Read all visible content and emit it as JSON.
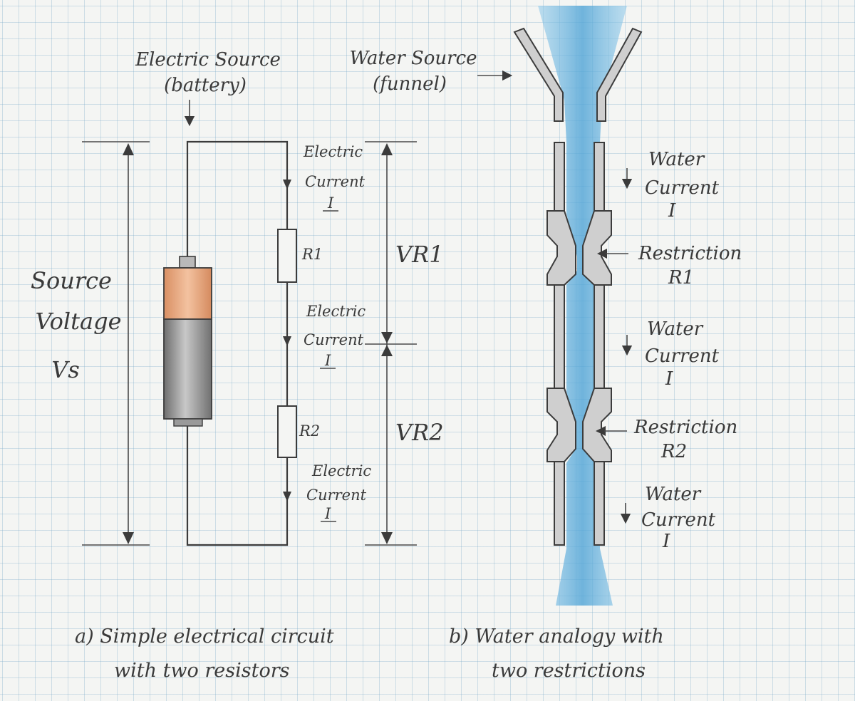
{
  "circuit": {
    "source_label_line1": "Electric Source",
    "source_label_line2": "(battery)",
    "source_voltage_line1": "Source",
    "source_voltage_line2": "Voltage",
    "source_voltage_symbol": "Vs",
    "current_label_line1": "Electric",
    "current_label_line2": "Current",
    "current_symbol": "I",
    "r1_label": "R1",
    "r2_label": "R2",
    "vr1_label": "VR1",
    "vr2_label": "VR2",
    "caption_line1": "a) Simple electrical circuit",
    "caption_line2": "with two resistors"
  },
  "water": {
    "source_label_line1": "Water Source",
    "source_label_line2": "(funnel)",
    "current_label_line1": "Water",
    "current_label_line2": "Current",
    "current_symbol": "I",
    "restriction_label": "Restriction",
    "restriction1_symbol": "R1",
    "restriction2_symbol": "R2",
    "caption_line1": "b) Water analogy with",
    "caption_line2": "two restrictions"
  },
  "colors": {
    "ink": "#3b3b3b",
    "battery_top": "#e4a77f",
    "battery_body": "#9a9a9a",
    "water": "#6fb6de",
    "grid": "#7fb3d0"
  }
}
